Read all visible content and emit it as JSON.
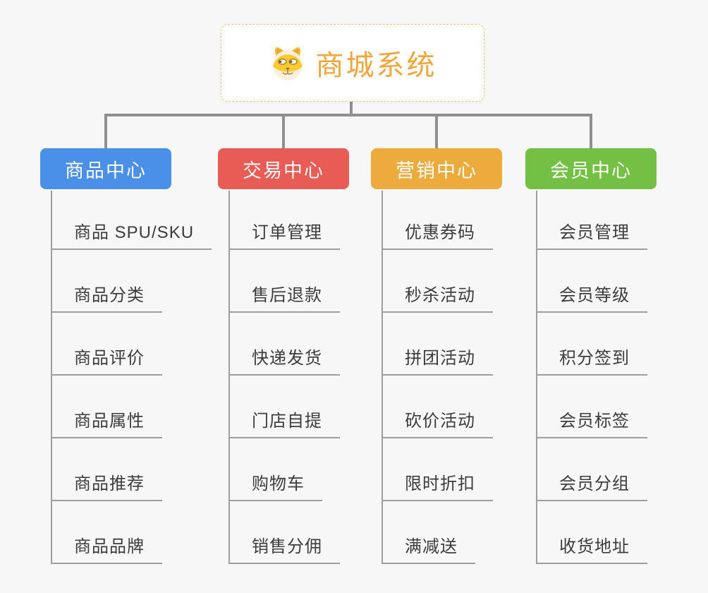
{
  "root": {
    "title": "商城系统",
    "icon": "dog-face-icon"
  },
  "branches": [
    {
      "label": "商品中心",
      "color": "#4A8FE8",
      "items": [
        "商品 SPU/SKU",
        "商品分类",
        "商品评价",
        "商品属性",
        "商品推荐",
        "商品品牌"
      ]
    },
    {
      "label": "交易中心",
      "color": "#E95C55",
      "items": [
        "订单管理",
        "售后退款",
        "快递发货",
        "门店自提",
        "购物车",
        "销售分佣"
      ]
    },
    {
      "label": "营销中心",
      "color": "#EDAB3E",
      "items": [
        "优惠券码",
        "秒杀活动",
        "拼团活动",
        "砍价活动",
        "限时折扣",
        "满减送"
      ]
    },
    {
      "label": "会员中心",
      "color": "#74C045",
      "items": [
        "会员管理",
        "会员等级",
        "积分签到",
        "会员标签",
        "会员分组",
        "收货地址"
      ]
    }
  ],
  "colors": {
    "background": "#F7F7F7",
    "connector": "#8F8F8F",
    "branch_line": "#9E9E9E",
    "item_text": "#3C3C3C",
    "root_text": "#F1A63B",
    "root_border": "#F3C87E",
    "root_background": "#FFFFFF",
    "header_text": "#FFFFFF"
  }
}
